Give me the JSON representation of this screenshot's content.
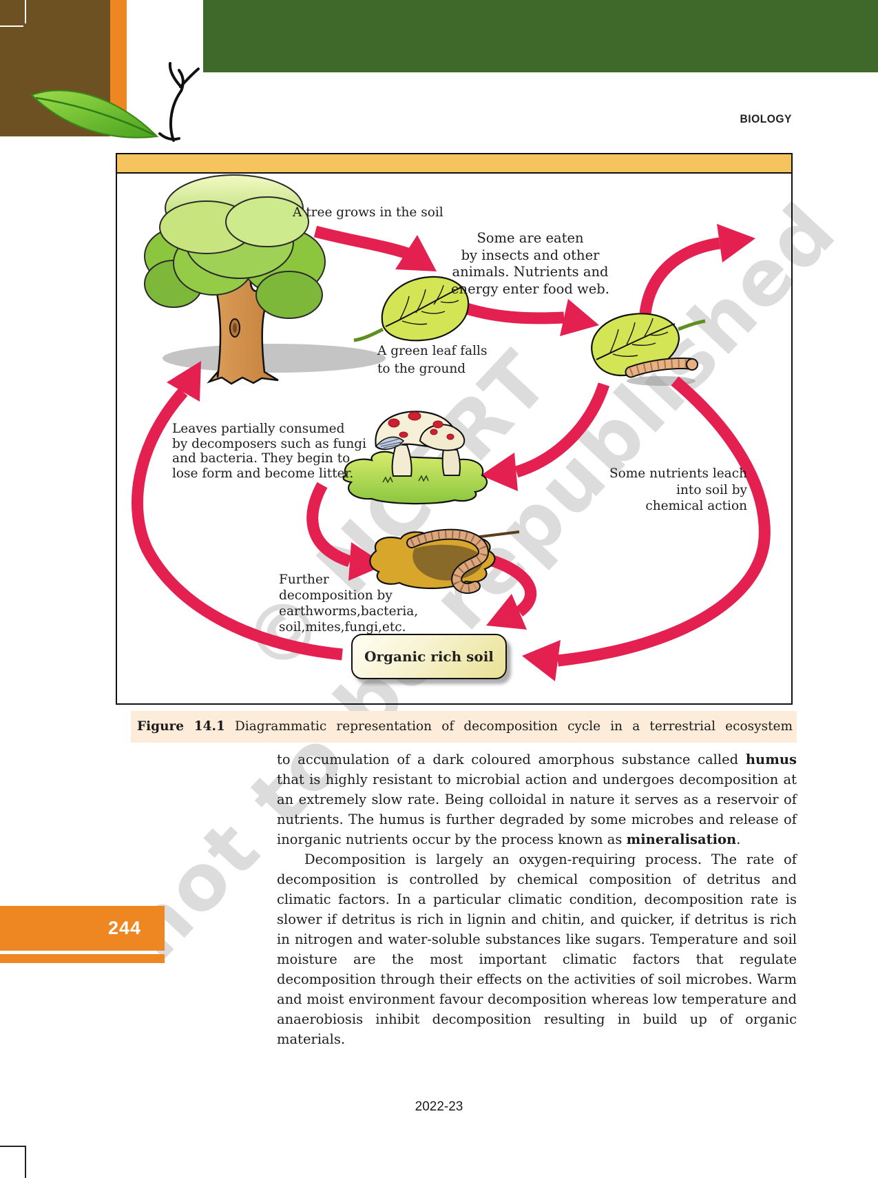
{
  "page": {
    "header_right": "BIOLOGY",
    "page_number": "244",
    "footer": "2022-23",
    "watermark_line1": "© NCERT",
    "watermark_line2": "not to be republished",
    "accent_orange": "#ee8722",
    "accent_green": "#3f682b",
    "accent_brown": "#6d5122"
  },
  "figure": {
    "caption_bold": "Figure 14.1",
    "caption_rest": " Diagrammatic representation of decomposition cycle in a terrestrial ecosystem",
    "arrow_color": "#e32050",
    "bar_color": "#f6c45e",
    "caption_bg": "#fcecd9",
    "labels": {
      "tree": "A tree grows in the soil",
      "eaten_lines": [
        "Some are eaten",
        "by insects and other",
        "animals. Nutrients and",
        "energy enter food web."
      ],
      "leaf_falls_lines": [
        "A green leaf falls",
        "to the ground"
      ],
      "decomposers_lines": [
        "Leaves partially consumed",
        "by decomposers such as fungi",
        "and bacteria. They begin to",
        "lose form and become litter."
      ],
      "leach_lines": [
        "Some nutrients leach",
        "into soil by",
        "chemical action"
      ],
      "further_lines": [
        "Further",
        "decomposition by",
        "earthworms,bacteria,",
        "soil,mites,fungi,etc."
      ],
      "soil_box": "Organic rich soil"
    }
  },
  "main": {
    "paragraphs": [
      {
        "indent": false,
        "segments": [
          {
            "t": "to accumulation of a dark coloured amorphous substance called ",
            "b": false
          },
          {
            "t": "humus",
            "b": true
          },
          {
            "t": " that is highly resistant to microbial action and undergoes decomposition at an extremely slow rate. Being colloidal in nature it serves as a reservoir of nutrients. The humus is further degraded by some microbes and release of inorganic nutrients occur by the process  known as ",
            "b": false
          },
          {
            "t": "mineralisation",
            "b": true
          },
          {
            "t": ".",
            "b": false
          }
        ]
      },
      {
        "indent": true,
        "segments": [
          {
            "t": "Decomposition is largely an oxygen-requiring process. The rate of decomposition is controlled by chemical composition of detritus and climatic factors. In a particular climatic condition, decomposition rate is slower if detritus is rich in lignin and chitin, and quicker, if detritus is rich in nitrogen and water-soluble substances like sugars. Temperature and soil moisture are the most important climatic factors that regulate decomposition through their effects on the activities of soil microbes. Warm and moist environment favour decomposition whereas low temperature and anaerobiosis inhibit decomposition resulting in build up of organic materials.",
            "b": false
          }
        ]
      }
    ]
  }
}
